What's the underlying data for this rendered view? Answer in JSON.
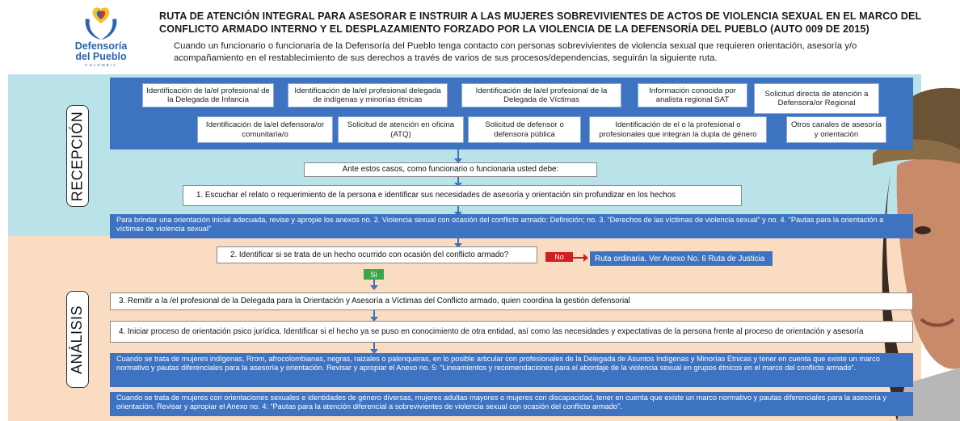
{
  "header": {
    "logo_name_line1": "Defensoría",
    "logo_name_line2": "del Pueblo",
    "logo_country": "COLOMBIA",
    "title": "RUTA DE ATENCIÓN INTEGRAL PARA ASESORAR E INSTRUIR A LAS MUJERES SOBREVIVIENTES DE ACTOS DE VIOLENCIA SEXUAL EN EL MARCO DEL CONFLICTO ARMADO INTERNO Y EL DESPLAZAMIENTO FORZADO POR LA VIOLENCIA DE LA DEFENSORÍA DEL PUEBLO (AUTO 009 DE 2015)",
    "intro": "Cuando un funcionario o funcionaria de la Defensoría del Pueblo tenga contacto con personas sobrevivientes de violencia sexual que requieren orientación, asesoría y/o acompañamiento en el restablecimiento de sus derechos a través de varios de sus procesos/dependencias, seguirán la siguiente ruta."
  },
  "recepcion": {
    "label": "RECEPCIÓN",
    "sources_row1": [
      "Identificación de la/el profesional de la Delegada de Infancia",
      "Identificación de la/el profesional delegada de indígenas y minorías étnicas",
      "Identificación de la/el profesional de la Delegada de Víctimas",
      "Información conocida por analista regional SAT",
      "Solicitud directa de atención a Defensora/or Regional"
    ],
    "sources_row2": [
      "Identificación de la/el defensora/or comunitaria/o",
      "Solicitud de atención en oficina (ATQ)",
      "Solicitud de defensor o defensora pública",
      "Identificación de el o la profesional o profesionales que integran la dupla de género",
      "Otros canales de asesoría y orientación"
    ],
    "intro_step": "Ante estos casos, como funcionario o funcionaria usted debe:",
    "step1": "1. Escuchar el relato o requerimiento de la persona e identificar sus necesidades de asesoría y orientación sin profundizar en los hechos",
    "note": "Para brindar una orientación inicial adecuada, revise y apropie los anexos no. 2. Violencia sexual con ocasión del conflicto armado: Definición; no. 3. “Derechos de las víctimas de violencia sexual” y no. 4. “Pautas para la orientación a víctimas de violencia sexual”"
  },
  "analisis": {
    "label": "ANÁLISIS",
    "step2": "2. Identificar si se trata de un hecho ocurrido con ocasión del conflicto armado?",
    "no_label": "No",
    "si_label": "Si",
    "ruta_ordinaria": "Ruta ordinaria. Ver Anexo No. 6 Ruta de Justicia",
    "step3": "3. Remitir a la /el profesional de la Delegada para la Orientación y Asesoría a Víctimas del Conflicto armado, quien coordina la gestión defensorial",
    "step4": "4. Iniciar proceso de orientación psico jurídica. Identificar si el hecho ya se puso en conocimiento de otra entidad, así como las necesidades y expectativas de la persona frente al proceso de orientación y asesoría",
    "note_etnicos": "Cuando se trata de mujeres indígenas, Rrom, afrocolombianas, negras, raizales o palenqueras, en lo posible articular con profesionales de la Delegada de Asuntos Indígenas y Minorías Étnicas y tener en cuenta que existe un marco normativo y pautas diferenciales para la asesoría y orientación. Revisar y apropiar el Anexo no. 5: “Lineamientos y recomendaciones para el abordaje de la violencia sexual en grupos étnicos en el marco del conflicto armado”.",
    "note_diversas": "Cuando se trata de mujeres con orientaciones sexuales e identidades de género diversas, mujeres adultas mayores o mujeres con discapacidad, tener en cuenta que existe un marco normativo y pautas diferenciales para la asesoría y orientación. Revisar y apropiar el Anexo no. 4: “Pautas para la atención diferencial a sobrevivientes de violencia sexual con ocasión del conflicto armado”."
  },
  "colors": {
    "blue": "#3e73c2",
    "recepcion_bg": "#b9e3e8",
    "analisis_bg": "#f9dcc2",
    "no_tag": "#d02020",
    "si_tag": "#3aa84a"
  }
}
